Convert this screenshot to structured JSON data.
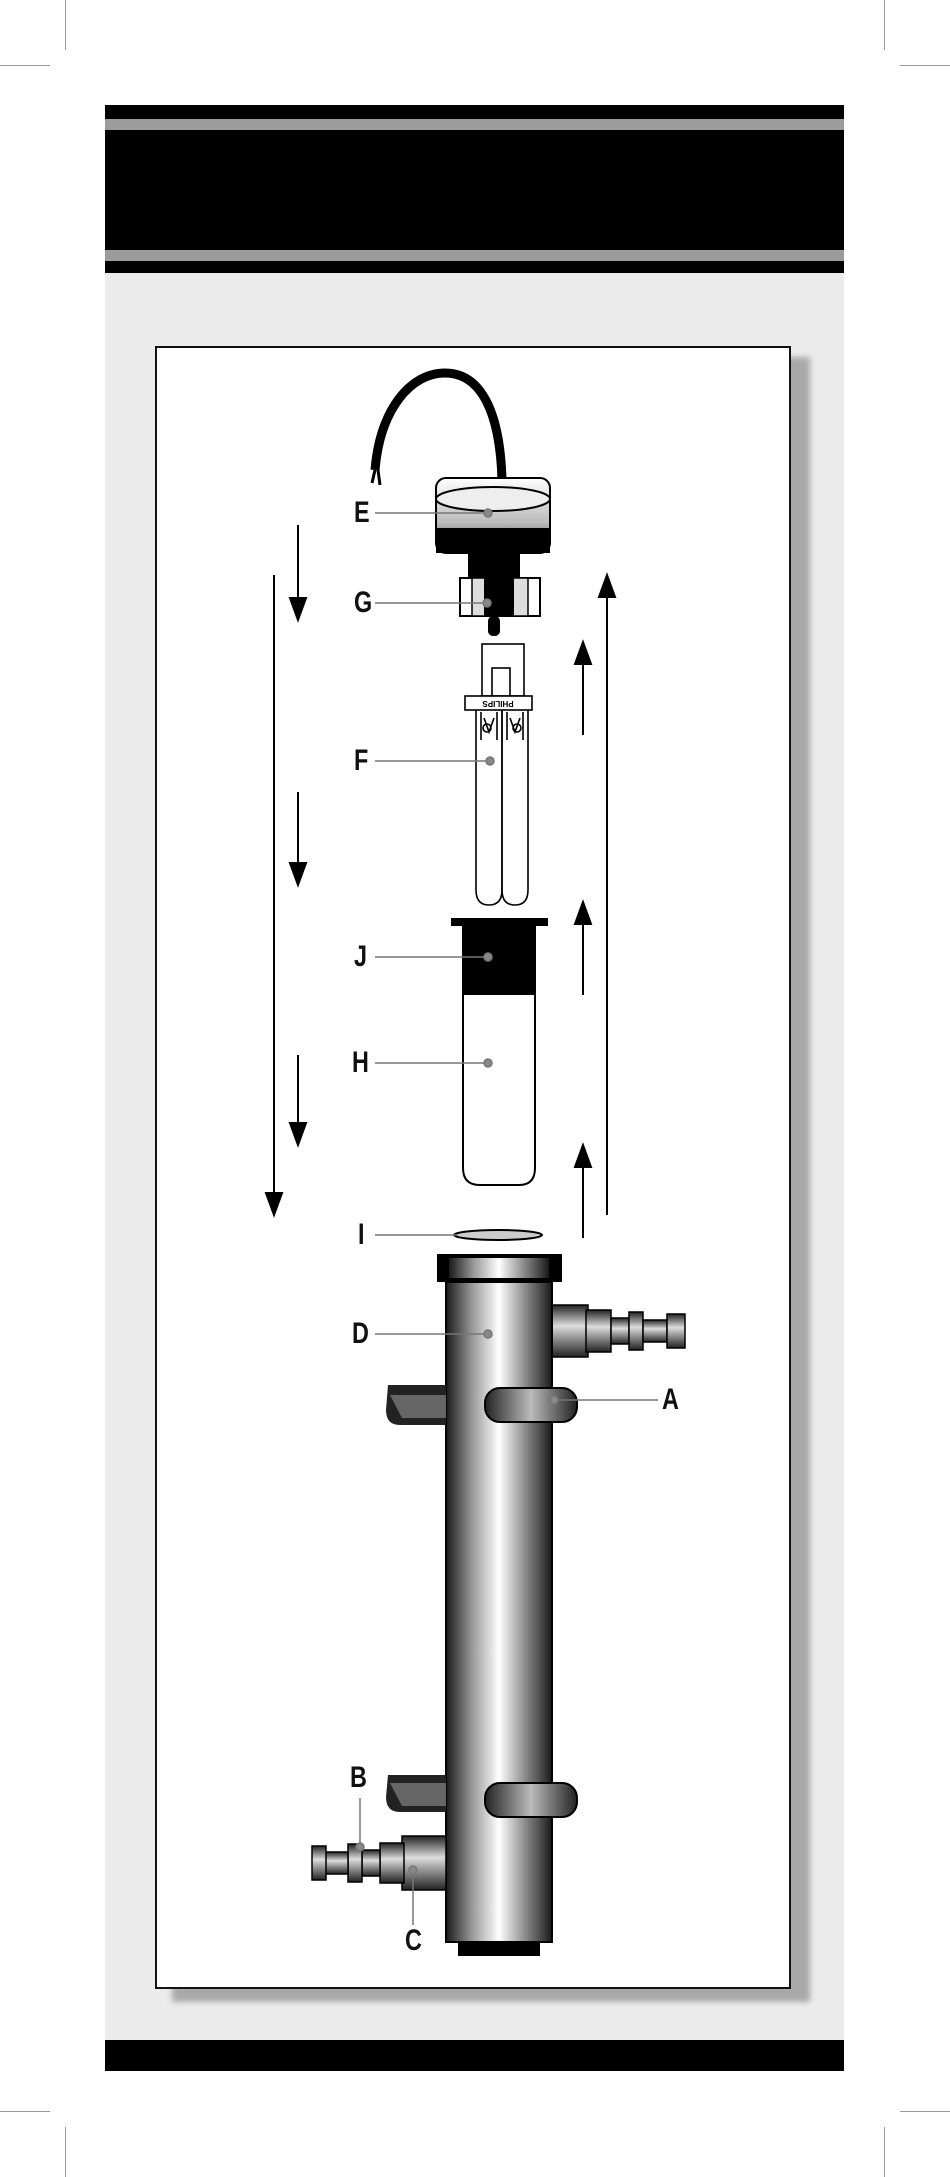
{
  "labels": {
    "E": "E",
    "G": "G",
    "F": "F",
    "J": "J",
    "H": "H",
    "I": "I",
    "D": "D",
    "A": "A",
    "B": "B",
    "C": "C"
  },
  "lamp_brand": "PHILIPS",
  "colors": {
    "band": "#000000",
    "stripe": "#9c9c9c",
    "panel": "#ececec",
    "card": "#ffffff"
  }
}
